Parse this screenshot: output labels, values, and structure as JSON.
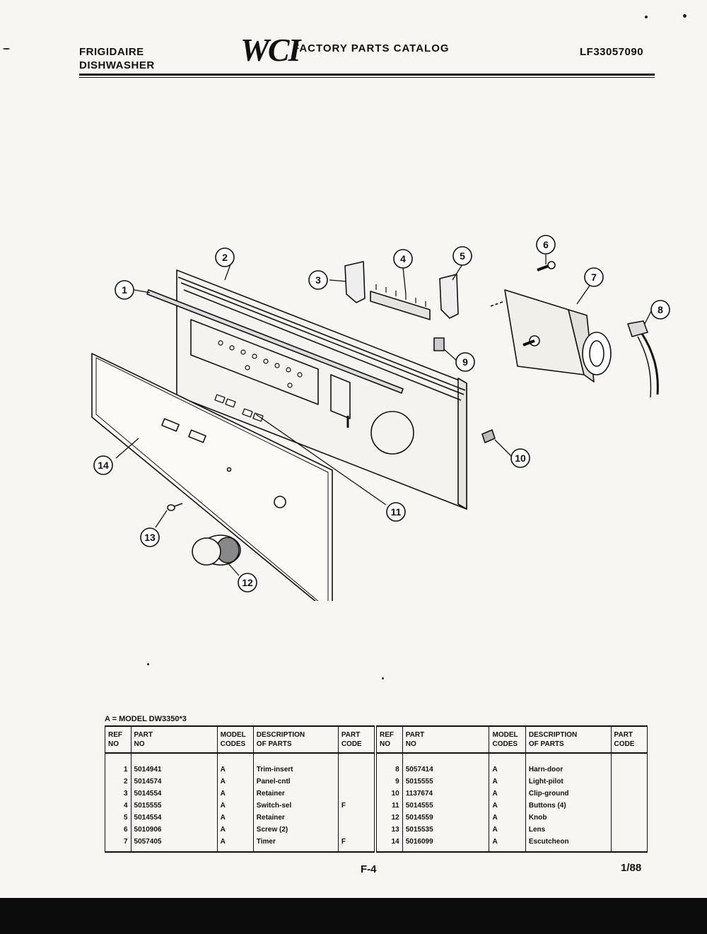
{
  "header": {
    "brand": "FRIGIDAIRE",
    "product": "DISHWASHER",
    "logo": "WCI",
    "catalog_title": "FACTORY PARTS CATALOG",
    "model_number": "LF33057090"
  },
  "diagram": {
    "callouts": [
      "1",
      "2",
      "3",
      "4",
      "5",
      "6",
      "7",
      "8",
      "9",
      "10",
      "11",
      "12",
      "13",
      "14"
    ]
  },
  "parts_table": {
    "model_note": "A = MODEL DW3350*3",
    "columns": {
      "ref": [
        "REF",
        "NO"
      ],
      "part": [
        "PART",
        "NO"
      ],
      "model": [
        "MODEL",
        "CODES"
      ],
      "desc": [
        "DESCRIPTION",
        "OF PARTS"
      ],
      "code": [
        "PART",
        "CODE"
      ]
    },
    "left_rows": [
      {
        "ref": "1",
        "part": "5014941",
        "model": "A",
        "desc": "Trim-insert",
        "code": ""
      },
      {
        "ref": "2",
        "part": "5014574",
        "model": "A",
        "desc": "Panel-cntl",
        "code": ""
      },
      {
        "ref": "3",
        "part": "5014554",
        "model": "A",
        "desc": "Retainer",
        "code": ""
      },
      {
        "ref": "4",
        "part": "5015555",
        "model": "A",
        "desc": "Switch-sel",
        "code": "F"
      },
      {
        "ref": "5",
        "part": "5014554",
        "model": "A",
        "desc": "Retainer",
        "code": ""
      },
      {
        "ref": "6",
        "part": "5010906",
        "model": "A",
        "desc": "Screw (2)",
        "code": ""
      },
      {
        "ref": "7",
        "part": "5057405",
        "model": "A",
        "desc": "Timer",
        "code": "F"
      }
    ],
    "right_rows": [
      {
        "ref": "8",
        "part": "5057414",
        "model": "A",
        "desc": "Harn-door",
        "code": ""
      },
      {
        "ref": "9",
        "part": "5015555",
        "model": "A",
        "desc": "Light-pilot",
        "code": ""
      },
      {
        "ref": "10",
        "part": "1137674",
        "model": "A",
        "desc": "Clip-ground",
        "code": ""
      },
      {
        "ref": "11",
        "part": "5014555",
        "model": "A",
        "desc": "Buttons (4)",
        "code": ""
      },
      {
        "ref": "12",
        "part": "5014559",
        "model": "A",
        "desc": "Knob",
        "code": ""
      },
      {
        "ref": "13",
        "part": "5015535",
        "model": "A",
        "desc": "Lens",
        "code": ""
      },
      {
        "ref": "14",
        "part": "5016099",
        "model": "A",
        "desc": "Escutcheon",
        "code": ""
      }
    ]
  },
  "footer": {
    "page": "F-4",
    "date": "1/88"
  }
}
